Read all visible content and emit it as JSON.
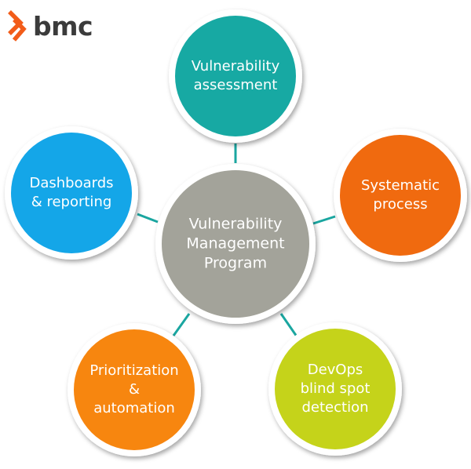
{
  "brand": {
    "name": "bmc",
    "color": "#f25c19"
  },
  "center": {
    "lines": [
      "Vulnerability",
      "Management",
      "Program"
    ],
    "color": "#a3a39a"
  },
  "nodes": [
    {
      "id": "vulnerability-assessment",
      "lines": [
        "Vulnerability",
        "assessment"
      ],
      "color": "#17a9a3",
      "text_color": "#ffffff"
    },
    {
      "id": "systematic-process",
      "lines": [
        "Systematic",
        "process"
      ],
      "color": "#f06a0f",
      "text_color": "#ffffff"
    },
    {
      "id": "devops-blind-spot-detection",
      "lines": [
        "DevOps",
        "blind spot",
        "detection"
      ],
      "color": "#c5d31a",
      "text_color": "#ffffff"
    },
    {
      "id": "prioritization-automation",
      "lines": [
        "Prioritization",
        "&",
        "automation"
      ],
      "color": "#f7860f",
      "text_color": "#ffffff"
    },
    {
      "id": "dashboards-reporting",
      "lines": [
        "Dashboards",
        "& reporting"
      ],
      "color": "#14a6e8",
      "text_color": "#ffffff"
    }
  ],
  "connector_color": "#1aa6a0"
}
